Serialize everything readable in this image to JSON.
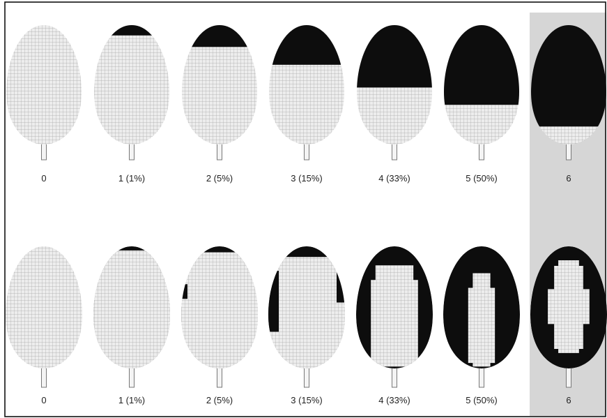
{
  "colors": {
    "background": "#ffffff",
    "highlight_panel": "#d6d6d6",
    "leaf_fill": "#ededed",
    "leaf_grid": "#a8a8a8",
    "lesion": "#0d0d0d",
    "frame": "#111111"
  },
  "rows": [
    {
      "id": "top",
      "pattern": "apex-down",
      "leaves": [
        {
          "label": "0",
          "severity": 0.0
        },
        {
          "label": "1 (1%)",
          "severity": 0.01
        },
        {
          "label": "2 (5%)",
          "severity": 0.05
        },
        {
          "label": "3 (15%)",
          "severity": 0.15
        },
        {
          "label": "4 (33%)",
          "severity": 0.33
        },
        {
          "label": "5 (50%)",
          "severity": 0.5
        },
        {
          "label": "6",
          "severity": 0.75
        }
      ]
    },
    {
      "id": "bottom",
      "pattern": "margin-inward",
      "leaves": [
        {
          "label": "0",
          "severity": 0.0
        },
        {
          "label": "1 (1%)",
          "severity": 0.01
        },
        {
          "label": "2 (5%)",
          "severity": 0.05
        },
        {
          "label": "3 (15%)",
          "severity": 0.15
        },
        {
          "label": "4 (33%)",
          "severity": 0.33
        },
        {
          "label": "5 (50%)",
          "severity": 0.5
        },
        {
          "label": "6",
          "severity": 0.75
        }
      ]
    }
  ]
}
